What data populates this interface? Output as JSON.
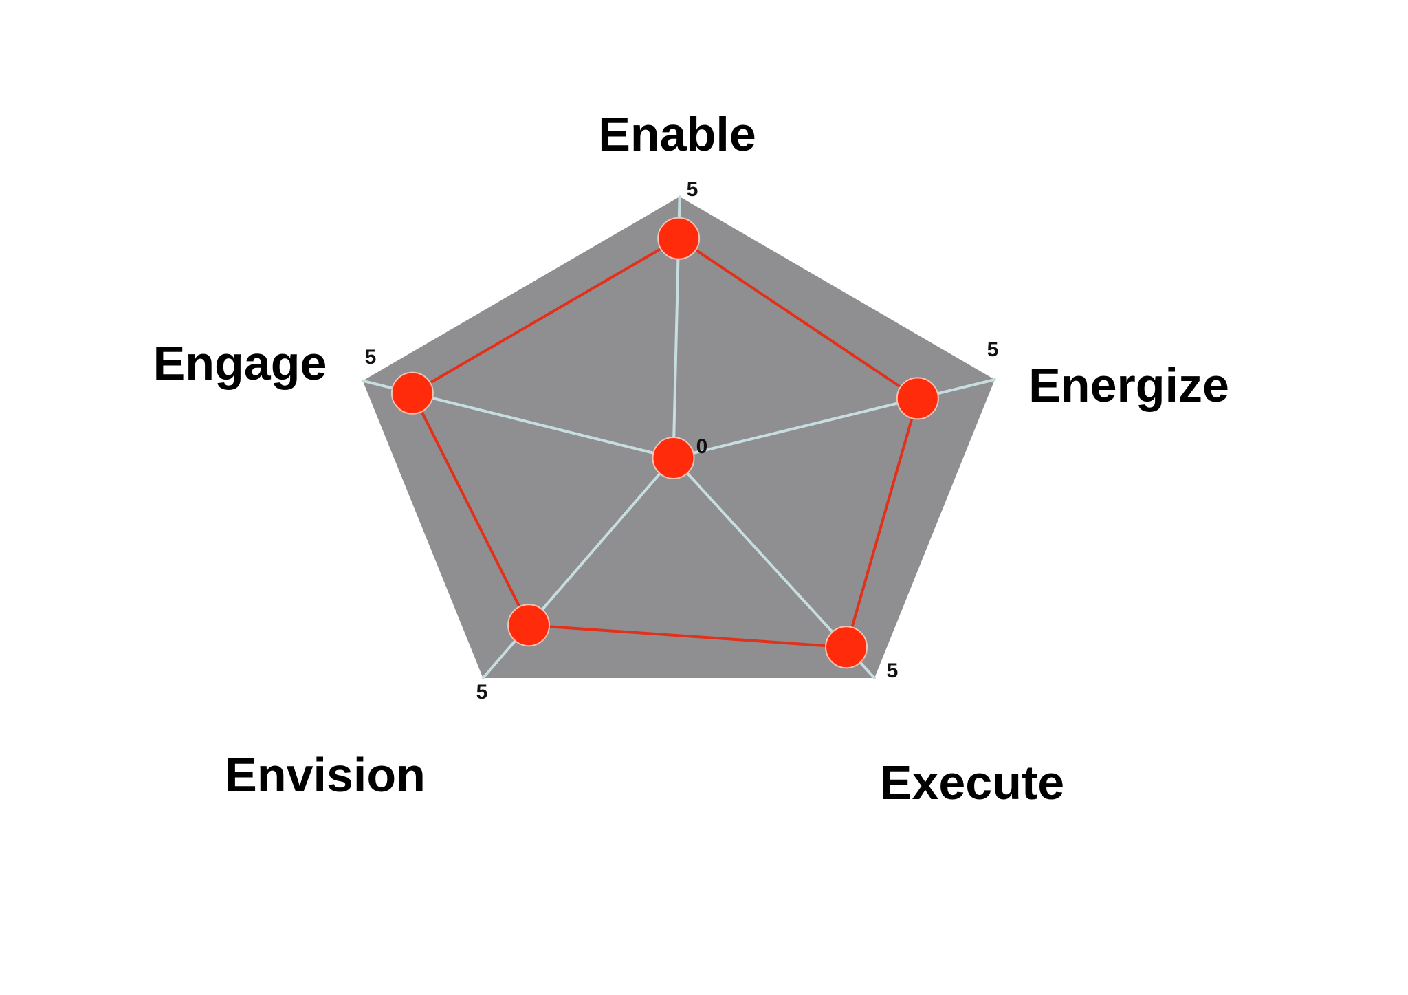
{
  "chart_data": {
    "type": "radar",
    "axes": [
      {
        "name": "Enable",
        "max_label": "5"
      },
      {
        "name": "Energize",
        "max_label": "5"
      },
      {
        "name": "Execute",
        "max_label": "5"
      },
      {
        "name": "Envision",
        "max_label": "5"
      },
      {
        "name": "Engage",
        "max_label": "5"
      }
    ],
    "origin_label": "0",
    "range": [
      0,
      5
    ],
    "series": [
      {
        "values": [
          4.2,
          3.8,
          4.3,
          3.8,
          4.2
        ]
      }
    ],
    "show_origin_marker": true,
    "grid": false,
    "legend": "none",
    "colors": {
      "background": "#ffffff",
      "area_fill": "#8f8e91",
      "axis_line": "#c6dee0",
      "series_line": "#e2311b",
      "series_point": "#ff2b0b",
      "point_outline": "#f6c2b4",
      "label_text": "#000000"
    }
  }
}
